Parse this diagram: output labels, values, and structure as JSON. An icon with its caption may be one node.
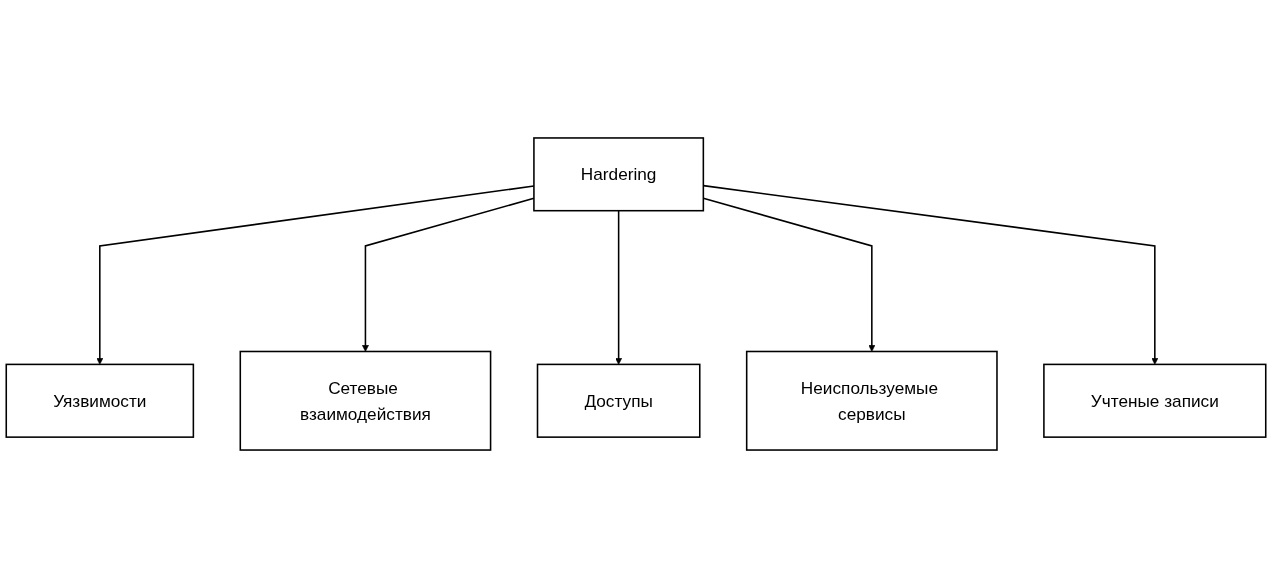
{
  "diagram": {
    "nodes": [
      {
        "text": [
          "Уязвимости"
        ]
      },
      {
        "text": [
          "Сетевые взаимодействия"
        ]
      },
      {
        "text": [
          "Доступы"
        ]
      },
      {
        "text": [
          "Hardering"
        ]
      },
      {
        "text": [
          "Неиспользуемые сервисы"
        ]
      },
      {
        "text": [
          "Учтеные записи"
        ]
      }
    ],
    "edges": [
      {
        "from": 3,
        "to": 0,
        "arrow": "to"
      },
      {
        "from": 3,
        "to": 1,
        "arrow": "to"
      },
      {
        "from": 3,
        "to": 2,
        "arrow": "to"
      },
      {
        "from": 3,
        "to": 4,
        "arrow": "to"
      },
      {
        "from": 3,
        "to": 5,
        "arrow": "to"
      }
    ]
  }
}
